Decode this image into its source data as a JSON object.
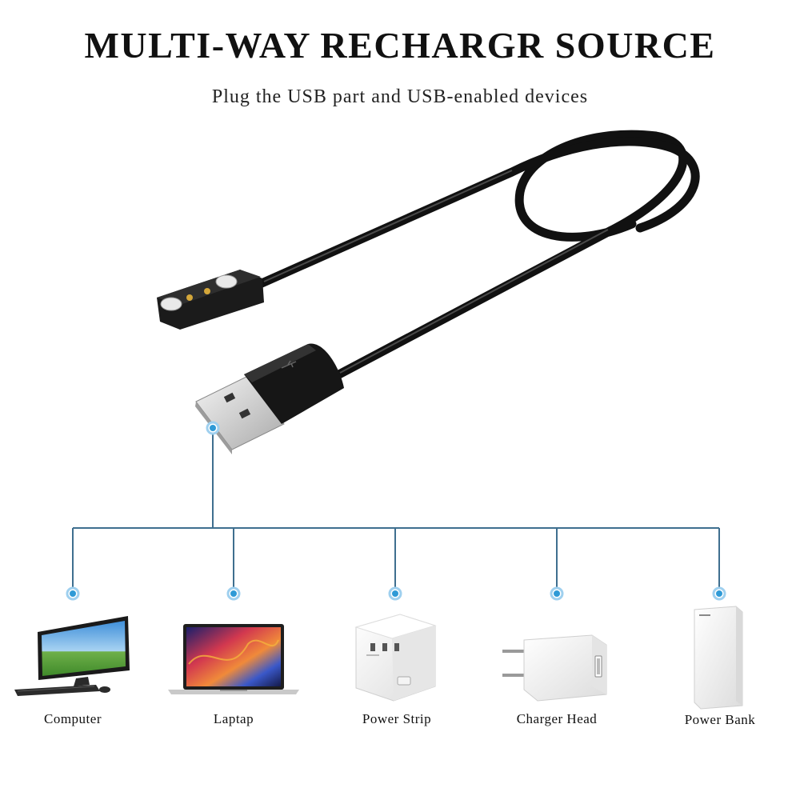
{
  "header": {
    "title": "MULTI-WAY RECHARGR SOURCE",
    "subtitle": "Plug the USB part and USB-enabled devices"
  },
  "colors": {
    "connector_line": "#3f6f8f",
    "dot": "#2f9ad6",
    "cable": "#111111",
    "usb_metal": "#d9d9d9"
  },
  "devices": [
    {
      "label": "Computer",
      "icon": "computer-icon"
    },
    {
      "label": "Laptap",
      "icon": "laptop-icon"
    },
    {
      "label": "Power Strip",
      "icon": "power-strip-icon"
    },
    {
      "label": "Charger Head",
      "icon": "charger-head-icon"
    },
    {
      "label": "Power Bank",
      "icon": "power-bank-icon"
    }
  ]
}
